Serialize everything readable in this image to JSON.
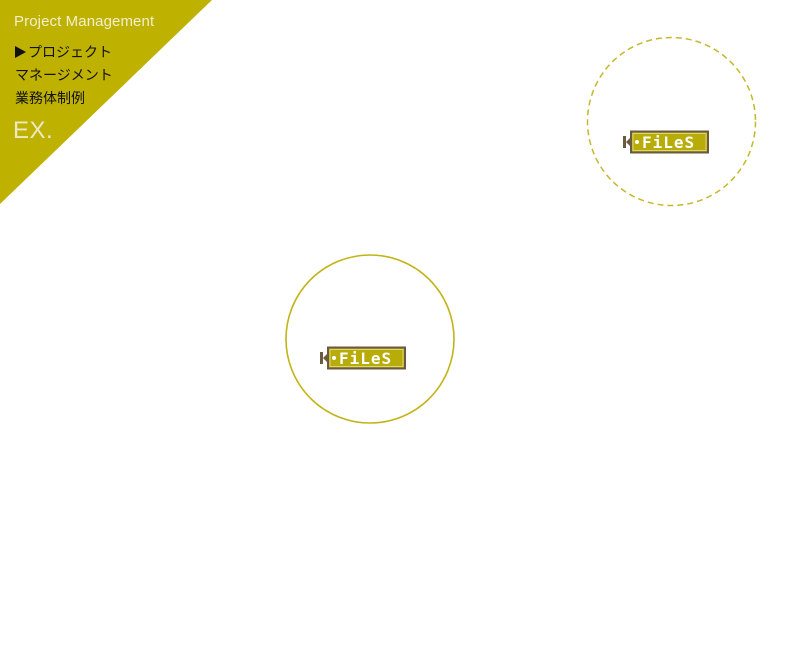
{
  "banner": {
    "title": "Project Management",
    "nav": [
      "プロジェクト",
      "マネージメント",
      "業務体制例"
    ],
    "ex_label": "EX.",
    "color": "#bfb100"
  },
  "circles": [
    {
      "style": "dashed",
      "logo_text": "FiLeS",
      "logo_prefix": "K"
    },
    {
      "style": "solid",
      "logo_text": "FiLeS",
      "logo_prefix": "K"
    }
  ],
  "colors": {
    "accent": "#bfb100",
    "logo_fill": "#b8ad08",
    "logo_border": "#6b5a3e",
    "background": "#ffffff"
  }
}
